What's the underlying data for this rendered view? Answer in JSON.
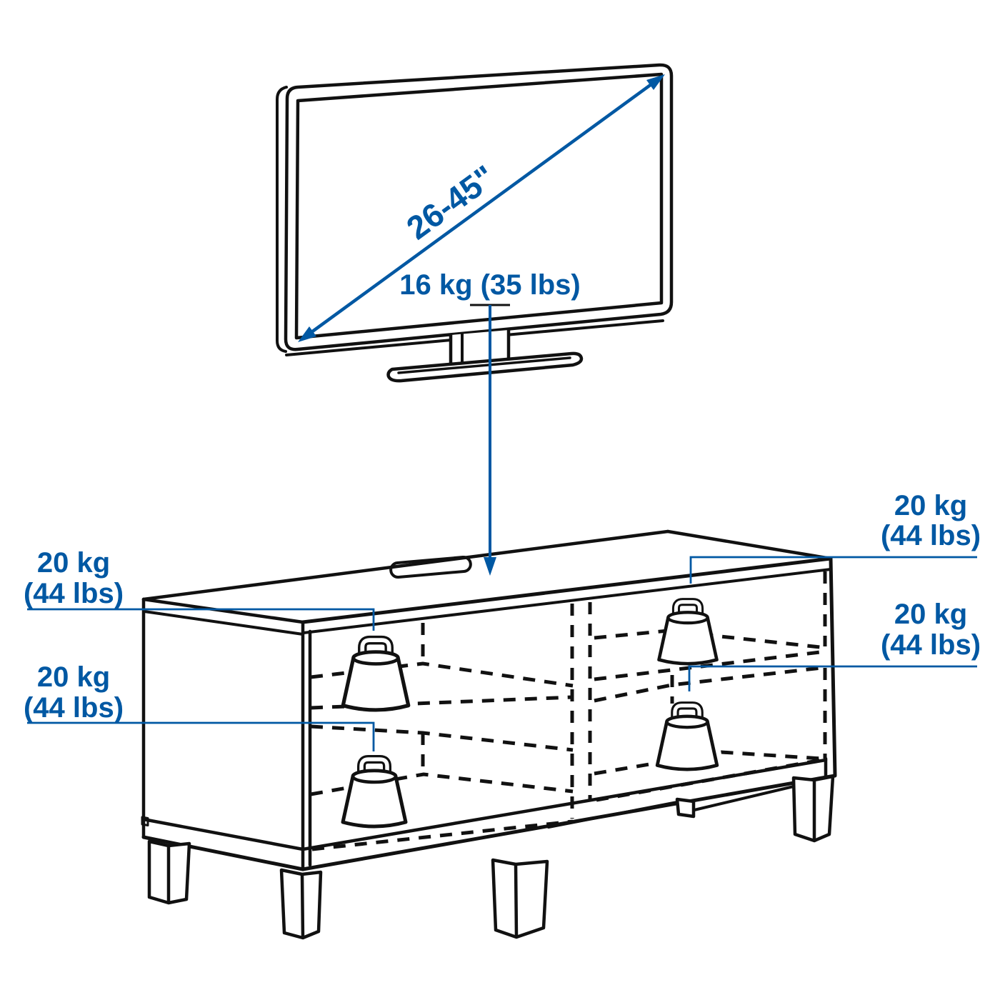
{
  "colors": {
    "accent": "#0058a3",
    "line": "#111111"
  },
  "tv": {
    "diagonal_label": "26-45\"",
    "max_weight_label": "16 kg (35 lbs)"
  },
  "cabinet_loads": [
    {
      "id": "top-left",
      "weight": "20 kg",
      "weight_alt": "(44 lbs)"
    },
    {
      "id": "bottom-left",
      "weight": "20 kg",
      "weight_alt": "(44 lbs)"
    },
    {
      "id": "top-right",
      "weight": "20 kg",
      "weight_alt": "(44 lbs)"
    },
    {
      "id": "bottom-right",
      "weight": "20 kg",
      "weight_alt": "(44 lbs)"
    }
  ]
}
